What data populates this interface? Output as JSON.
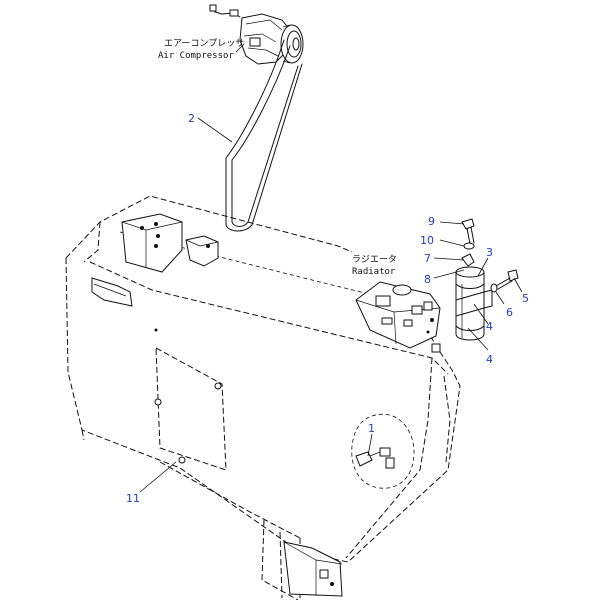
{
  "colors": {
    "line": "#111111",
    "callout": "#1f3fbf",
    "background": "#ffffff"
  },
  "labels": {
    "air_compressor_jp": "エアーコンプレッサ",
    "air_compressor_en": "Air Compressor",
    "radiator_jp": "ラジエータ",
    "radiator_en": "Radiator"
  },
  "callouts": {
    "c1": "1",
    "c2": "2",
    "c3": "3",
    "c4a": "4",
    "c4b": "4",
    "c5": "5",
    "c6": "6",
    "c7": "7",
    "c8": "8",
    "c9": "9",
    "c10": "10",
    "c11": "11"
  }
}
